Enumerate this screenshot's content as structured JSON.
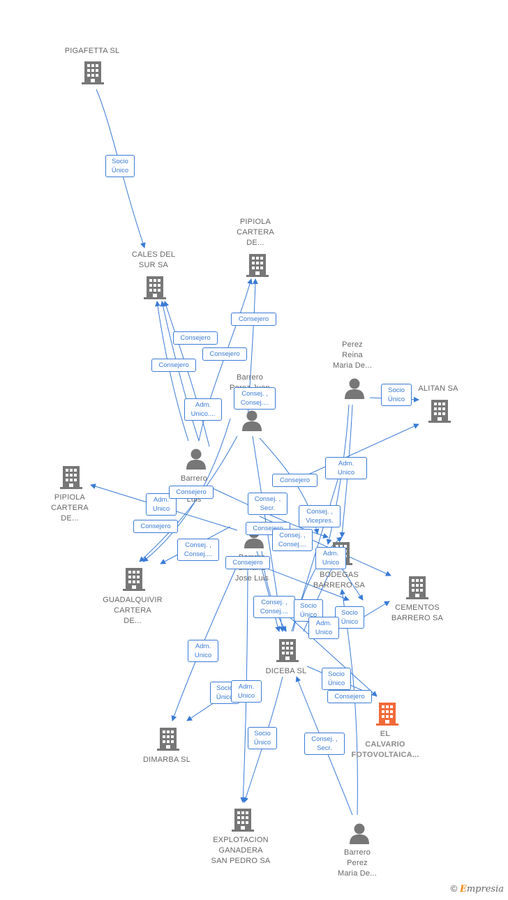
{
  "colors": {
    "edge": "#3a7bd5",
    "node": "#777777",
    "highlight": "#f26a3a",
    "text": "#666666"
  },
  "nodes": {
    "pigafetta": "PIGAFETTA SL",
    "cales": "CALES DEL\nSUR SA",
    "pipiola_top": "PIPIOLA\nCARTERA\nDE...",
    "perez_reina": "Perez\nReina\nMaria De...",
    "alitan": "ALITAN SA",
    "barrero_juan": "Barrero\nPerez Juan",
    "barrero_left": "Barrero\nPerez Jose\nLuis",
    "pipiola_left": "PIPIOLA\nCARTERA\nDE...",
    "barrero_center": "Barrero\nSimarro\nJose Luis",
    "bodegas": "BODEGAS\nBARRERO SA",
    "cementos": "CEMENTOS\nBARRERO SA",
    "guadalquivir": "GUADALQUIVIR\nCARTERA\nDE...",
    "diceba": "DICEBA SL",
    "el_calvario": "EL\nCALVARIO\nFOTOVOLTAICA...",
    "dimarba": "DIMARBA SL",
    "explotacion": "EXPLOTACION\nGANADERA\nSAN PEDRO SA",
    "barrero_maria": "Barrero\nPerez\nMaria De..."
  },
  "edges": [
    "Socio\nÚnico",
    "Consejero",
    "Consejero",
    "Consejero",
    "Consejero",
    "Consej. ,\nConsej....",
    "Socio\nÚnico",
    "Adm.\nUnico....",
    "Adm.\nUnico",
    "Consejero",
    "Adm.\nUnico",
    "Consejero",
    "Consej. ,\nSecr.",
    "Consejero",
    "Consej. ,\nConsej....",
    "Consej. ,\nVicepres.",
    "Consejero",
    "Consej. ,\nConsej....",
    "Adm.\nUnico",
    "Consejero",
    "Consej. ,\nConsej....",
    "Socio\nÚnico",
    "Socio\nÚnico",
    "Adm.\nUnico",
    "Adm.\nUnico",
    "Socio\nÚnico",
    "Consejero",
    "Socio\nÚnico",
    "Adm.\nUnico",
    "Socio\nÚnico",
    "Consej. ,\nSecr."
  ],
  "brand": {
    "copyright": "©",
    "e": "E",
    "rest": "mpresia"
  }
}
